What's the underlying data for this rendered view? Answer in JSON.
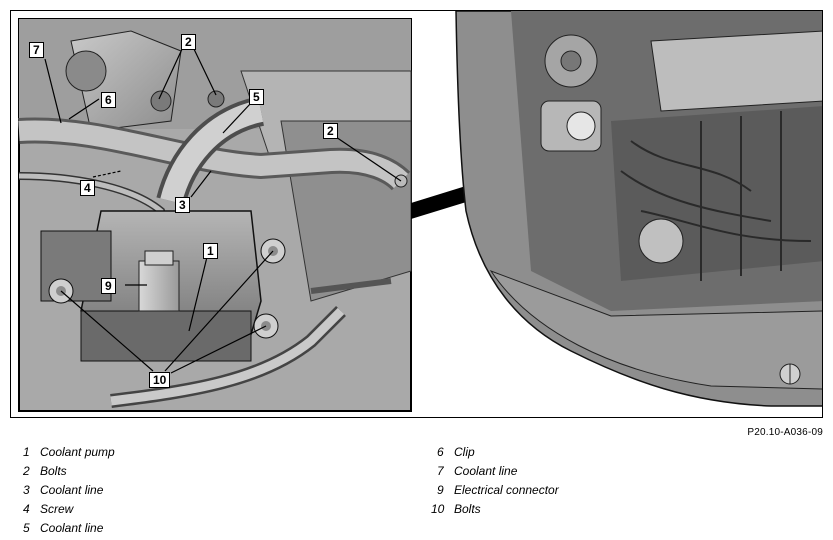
{
  "figure_ref": "P20.10-A036-09",
  "callouts": {
    "c1": "1",
    "c2a": "2",
    "c2b": "2",
    "c3": "3",
    "c4": "4",
    "c5": "5",
    "c6": "6",
    "c7": "7",
    "c9": "9",
    "c10": "10"
  },
  "legend_left": [
    {
      "num": "1",
      "label": "Coolant pump"
    },
    {
      "num": "2",
      "label": "Bolts"
    },
    {
      "num": "3",
      "label": "Coolant line"
    },
    {
      "num": "4",
      "label": "Screw"
    },
    {
      "num": "5",
      "label": "Coolant line"
    }
  ],
  "legend_right": [
    {
      "num": "6",
      "label": "Clip"
    },
    {
      "num": "7",
      "label": "Coolant line"
    },
    {
      "num": "9",
      "label": "Electrical connector"
    },
    {
      "num": "10",
      "label": "Bolts"
    }
  ]
}
